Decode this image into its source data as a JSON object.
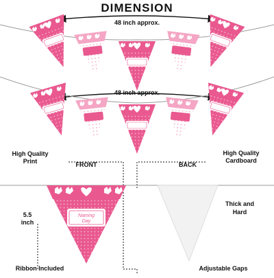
{
  "title": "DIMENSION",
  "dim_top": "48 inch approx.",
  "dim_second": "48 inch approx.",
  "labels": {
    "print_line1": "High Quality",
    "print_line2": "Print",
    "cardboard_line1": "High Quality",
    "cardboard_line2": "Cardboard",
    "front": "FRONT",
    "back": "BACK",
    "height_line1": "5.5",
    "height_line2": "inch",
    "thick_line1": "Thick and",
    "thick_line2": "Hard",
    "ribbon": "Ribbon Included",
    "gaps": "Adjustable Gaps"
  },
  "flag_text": {
    "line1": "Naming",
    "line2": "Day"
  },
  "colors": {
    "pink": "#e9598f",
    "pink_light": "#f4a6c4",
    "pink_pale": "#fbd3e1",
    "string": "#9a9a9a",
    "back_flag": "#f2f2f2",
    "text": "#111111"
  },
  "icons": [
    "handprint-icon",
    "heart-icon",
    "double-arrow-icon"
  ]
}
